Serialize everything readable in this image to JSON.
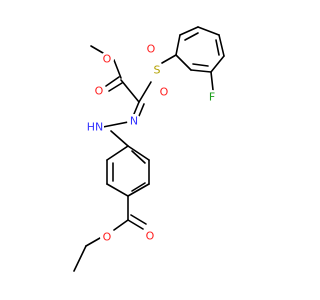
{
  "molecule": {
    "atoms": {
      "o_ester_carbonyl": "O",
      "o_methoxy": "O",
      "s_sulfonyl": "S",
      "o_sulfonyl_top": "O",
      "o_sulfonyl_bottom": "O",
      "f_fluoro": "F",
      "n_imine": "N",
      "n_amine": "HN",
      "o_ethyl_carbonyl": "O",
      "o_ethoxy": "O"
    },
    "colors": {
      "oxygen": "#ff2020",
      "nitrogen": "#3333ff",
      "sulfur": "#b3a100",
      "fluorine": "#1b9e1b",
      "carbon": "#000000"
    }
  }
}
